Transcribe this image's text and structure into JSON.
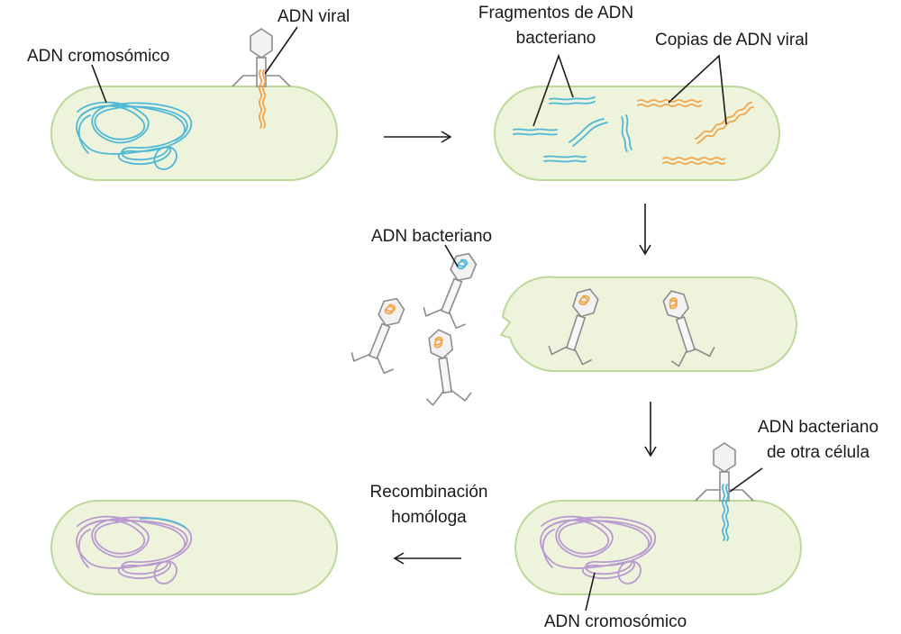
{
  "labels": {
    "viral_dna": "ADN viral",
    "chromosomal_dna_top": "ADN cromosómico",
    "bacterial_fragments_line1": "Fragmentos de ADN",
    "bacterial_fragments_line2": "bacteriano",
    "viral_copies": "Copias de ADN viral",
    "bacterial_dna_phage": "ADN bacteriano",
    "other_cell_line1": "ADN bacteriano",
    "other_cell_line2": "de otra célula",
    "recombination_line1": "Recombinación",
    "recombination_line2": "homóloga",
    "chromosomal_dna_bottom": "ADN cromosómico"
  },
  "colors": {
    "cell_fill": "#eef3dc",
    "cell_stroke": "#bcd99a",
    "bacterial_dna": "#4fb8d6",
    "viral_dna": "#f2a54a",
    "recombined_dna": "#b99ad0",
    "phage": "#8c8c8c"
  }
}
